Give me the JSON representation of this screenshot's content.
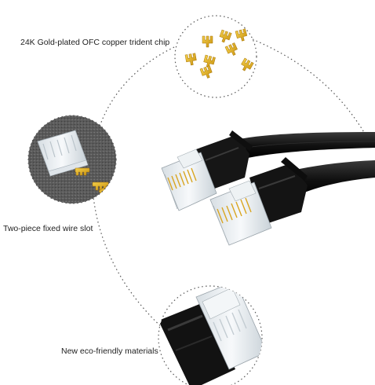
{
  "features": [
    {
      "id": "chip",
      "label": "24K Gold-plated OFC copper trident chip"
    },
    {
      "id": "slot",
      "label": "Two-piece fixed wire slot"
    },
    {
      "id": "materials",
      "label": "New eco-friendly materials"
    }
  ],
  "colors": {
    "dotted_line": "#555555",
    "gold": "#e4b21f",
    "cable": "#151515",
    "carpet": "#5e5e5e",
    "clear_plastic": "#e8edf0"
  }
}
